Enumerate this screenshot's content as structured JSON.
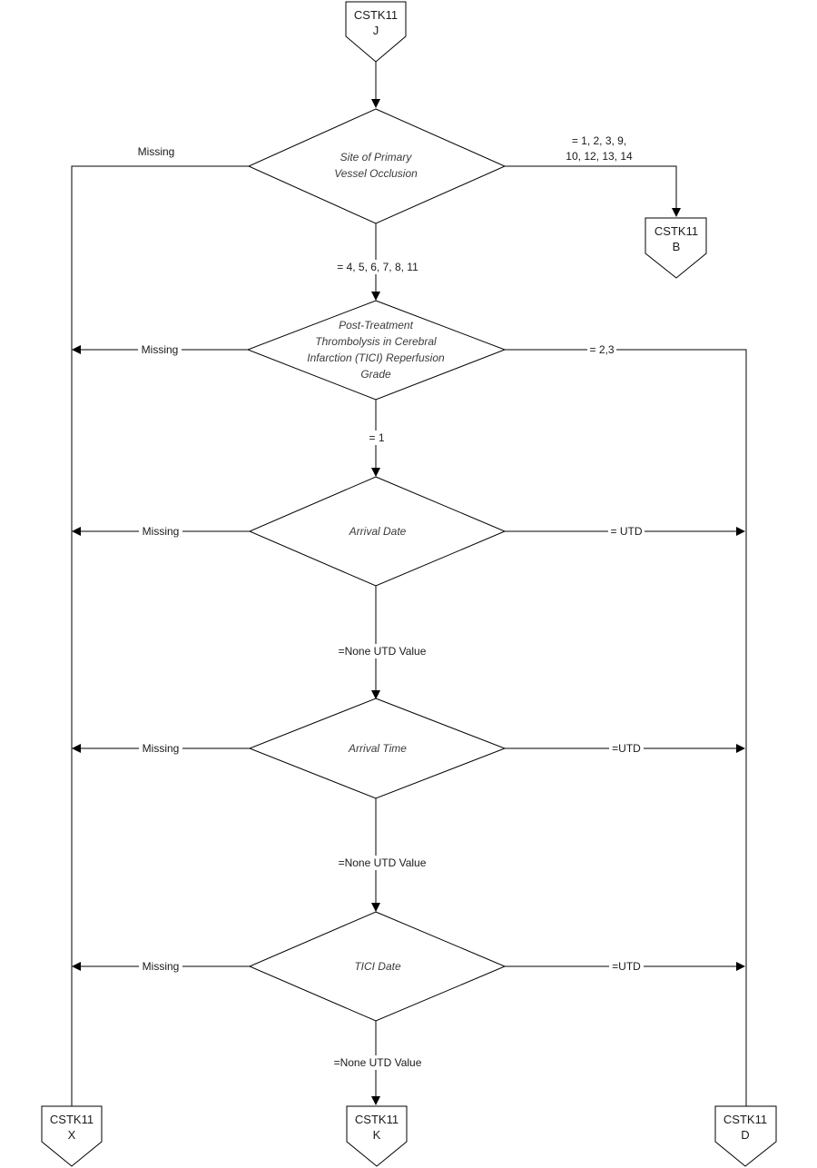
{
  "connectors": {
    "top_j": {
      "lines": [
        "CSTK11",
        "J"
      ]
    },
    "right_b": {
      "lines": [
        "CSTK11",
        "B"
      ]
    },
    "bottom_x": {
      "lines": [
        "CSTK11",
        "X"
      ]
    },
    "bottom_k": {
      "lines": [
        "CSTK11",
        "K"
      ]
    },
    "bottom_d": {
      "lines": [
        "CSTK11",
        "D"
      ]
    }
  },
  "decisions": {
    "site": {
      "lines": [
        "Site of Primary",
        "Vessel Occlusion"
      ]
    },
    "tici_grade": {
      "lines": [
        "Post-Treatment",
        "Thrombolysis in Cerebral",
        "Infarction (TICI) Reperfusion",
        "Grade"
      ]
    },
    "arrival_date": {
      "lines": [
        "Arrival Date"
      ]
    },
    "arrival_time": {
      "lines": [
        "Arrival Time"
      ]
    },
    "tici_date": {
      "lines": [
        "TICI Date"
      ]
    }
  },
  "edge_labels": {
    "site_missing": "Missing",
    "site_yes_1": "= 1, 2, 3, 9,",
    "site_yes_2": "10, 12, 13, 14",
    "site_down": "= 4, 5, 6, 7, 8, 11",
    "tici_missing": "Missing",
    "tici_right": "= 2,3",
    "tici_down": "= 1",
    "ad_missing": "Missing",
    "ad_right": "= UTD",
    "ad_down": "=None UTD Value",
    "at_missing": "Missing",
    "at_right": "=UTD",
    "at_down": "=None UTD Value",
    "td_missing": "Missing",
    "td_right": "=UTD",
    "td_down": "=None UTD Value"
  }
}
